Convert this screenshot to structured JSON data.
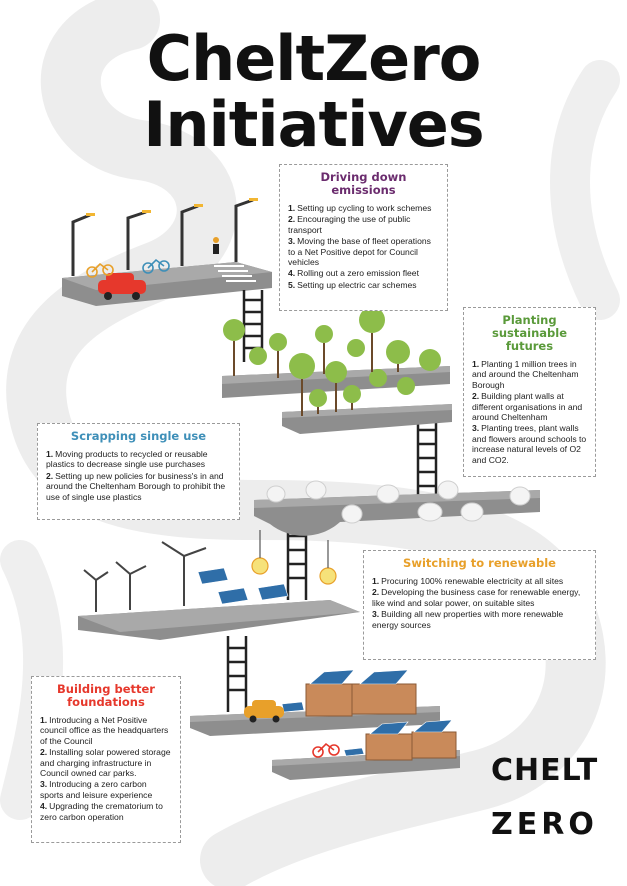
{
  "title": {
    "line1": "CheltZero",
    "line2": "Initiatives"
  },
  "colors": {
    "driving": "#6b2c6e",
    "planting": "#5a9a3a",
    "scrapping": "#3e8fb8",
    "switching": "#e8a02a",
    "building": "#e6382c"
  },
  "sections": {
    "driving": {
      "heading": "Driving down emissions",
      "items": [
        {
          "n": "1.",
          "text": "Setting up cycling to work schemes"
        },
        {
          "n": "2.",
          "text": "Encouraging the use of public transport"
        },
        {
          "n": "3.",
          "text": "Moving the base of fleet operations to a Net Positive depot for Council vehicles"
        },
        {
          "n": "4.",
          "text": "Rolling out a zero emission fleet"
        },
        {
          "n": "5.",
          "text": "Setting up electric car schemes"
        }
      ]
    },
    "planting": {
      "heading": "Planting sustainable futures",
      "items": [
        {
          "n": "1.",
          "text": "Planting 1 million trees in and around the Cheltenham Borough"
        },
        {
          "n": "2.",
          "text": "Building plant walls at different organisations in and around Cheltenham"
        },
        {
          "n": "3.",
          "text": "Planting trees, plant walls and flowers around schools to increase natural levels of O2 and CO2."
        }
      ]
    },
    "scrapping": {
      "heading": "Scrapping single use",
      "items": [
        {
          "n": "1.",
          "text": "Moving products to recycled or reusable plastics to decrease single use purchases"
        },
        {
          "n": "2.",
          "text": "Setting up new policies for business's in and around the Cheltenham Borough to prohibit the use of single use plastics"
        }
      ]
    },
    "switching": {
      "heading": "Switching to renewable",
      "items": [
        {
          "n": "1.",
          "text": "Procuring 100% renewable electricity at all sites"
        },
        {
          "n": "2.",
          "text": "Developing the business case for renewable energy, like wind and solar power, on suitable sites"
        },
        {
          "n": "3.",
          "text": "Building all new properties with more renewable energy sources"
        }
      ]
    },
    "building": {
      "heading": "Building better foundations",
      "items": [
        {
          "n": "1.",
          "text": "Introducing a Net Positive council office as the headquarters of the Council"
        },
        {
          "n": "2.",
          "text": "Installing solar powered storage and charging infrastructure in Council owned car parks."
        },
        {
          "n": "3.",
          "text": "Introducing a zero carbon sports and leisure experience"
        },
        {
          "n": "4.",
          "text": "Upgrading the crematorium to zero carbon operation"
        }
      ]
    }
  },
  "logo": {
    "line1": "CHELT",
    "line2": "ZERO"
  }
}
